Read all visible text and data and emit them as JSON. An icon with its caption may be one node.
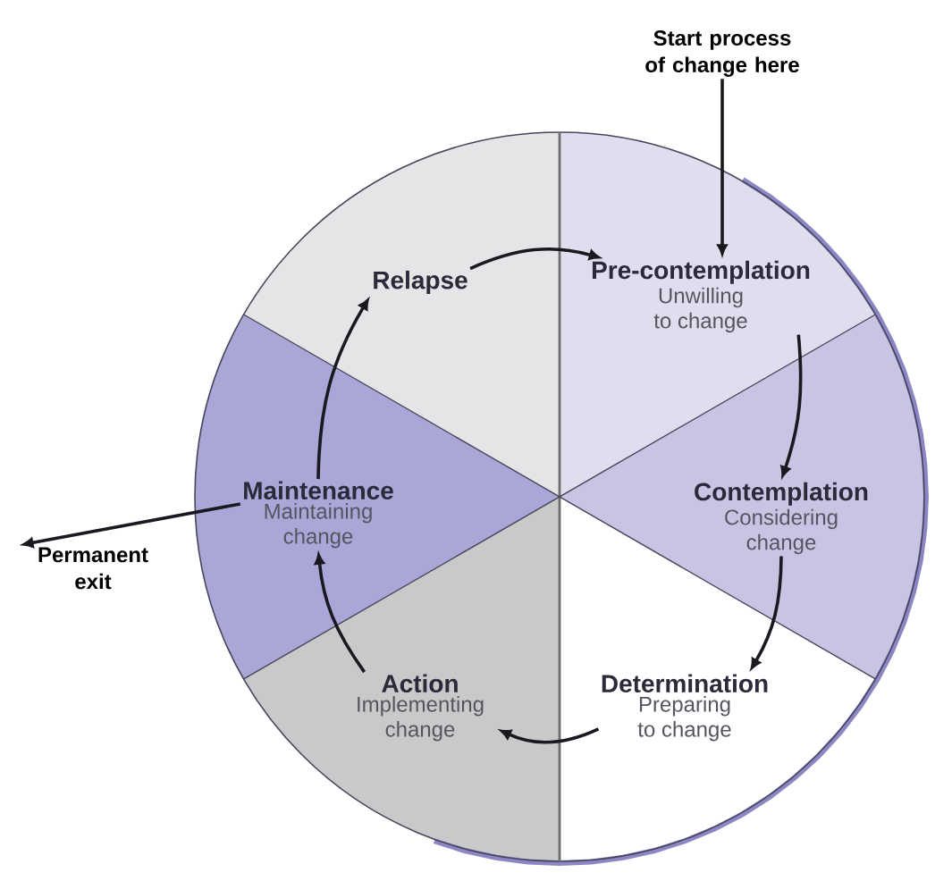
{
  "diagram": {
    "nodes": [
      {
        "text": [
          "Start process of change here"
        ]
      },
      {
        "text": [
          "Pre-contemplation",
          "Unwilling to change"
        ]
      },
      {
        "text": [
          "Contemplation",
          "Considering change"
        ]
      },
      {
        "text": [
          "Determination",
          "Preparing to change"
        ]
      },
      {
        "text": [
          "Action",
          "Implementing change"
        ]
      },
      {
        "text": [
          "Maintenance",
          "Maintaining change"
        ]
      },
      {
        "text": [
          "Relapse"
        ]
      },
      {
        "text": [
          "Permanent exit"
        ]
      }
    ],
    "edges": [
      {
        "from": 0,
        "to": 1,
        "arrow": "to"
      },
      {
        "from": 1,
        "to": 2,
        "arrow": "to"
      },
      {
        "from": 2,
        "to": 3,
        "arrow": "to"
      },
      {
        "from": 3,
        "to": 4,
        "arrow": "to"
      },
      {
        "from": 4,
        "to": 5,
        "arrow": "to"
      },
      {
        "from": 5,
        "to": 6,
        "arrow": "to"
      },
      {
        "from": 6,
        "to": 1,
        "arrow": "to"
      },
      {
        "from": 5,
        "to": 7,
        "arrow": "to"
      }
    ]
  }
}
